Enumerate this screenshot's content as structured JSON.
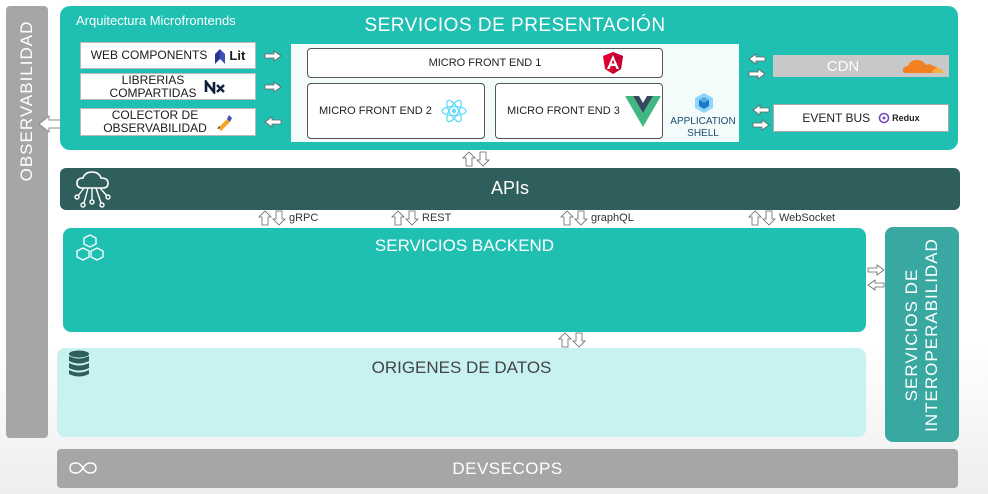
{
  "observability": {
    "label": "OBSERVABILIDAD"
  },
  "presentation": {
    "arch_label": "Arquitectura Microfrontends",
    "title": "SERVICIOS DE PRESENTACIÓN",
    "web_components": "WEB COMPONENTS",
    "lit_logo": "Lit",
    "shared_libs_line1": "LIBRERIAS",
    "shared_libs_line2": "COMPARTIDAS",
    "collector_line1": "COLECTOR DE",
    "collector_line2": "OBSERVABILIDAD",
    "mfe1": "MICRO FRONT END 1",
    "mfe2": "MICRO FRONT END 2",
    "mfe3": "MICRO FRONT END 3",
    "app_shell_line1": "APPLICATION",
    "app_shell_line2": "SHELL",
    "cdn": "CDN",
    "event_bus": "EVENT BUS",
    "redux": "Redux"
  },
  "apis": {
    "title": "APIs"
  },
  "protocols": {
    "grpc": "gRPC",
    "rest": "REST",
    "graphql": "graphQL",
    "websocket": "WebSocket"
  },
  "backend": {
    "title": "SERVICIOS BACKEND"
  },
  "data": {
    "title": "ORIGENES DE DATOS"
  },
  "interop": {
    "label_line1": "SERVICIOS DE",
    "label_line2": "INTEROPERABILIDAD"
  },
  "devsecops": {
    "title": "DEVSECOPS"
  },
  "colors": {
    "teal": "#1fbfb2",
    "dark_teal": "#2f5f5c",
    "light_teal": "#c8f1f2",
    "gray": "#a6a6a6",
    "interop": "#38a8a0"
  },
  "icons": [
    "lit-icon",
    "nx-icon",
    "pen-icon",
    "angular-icon",
    "react-icon",
    "vue-icon",
    "webpack-icon",
    "cloudflare-icon",
    "redux-icon",
    "cloud-network-icon",
    "cubes-icon",
    "database-icon",
    "infinity-icon",
    "double-arrow-icon"
  ]
}
